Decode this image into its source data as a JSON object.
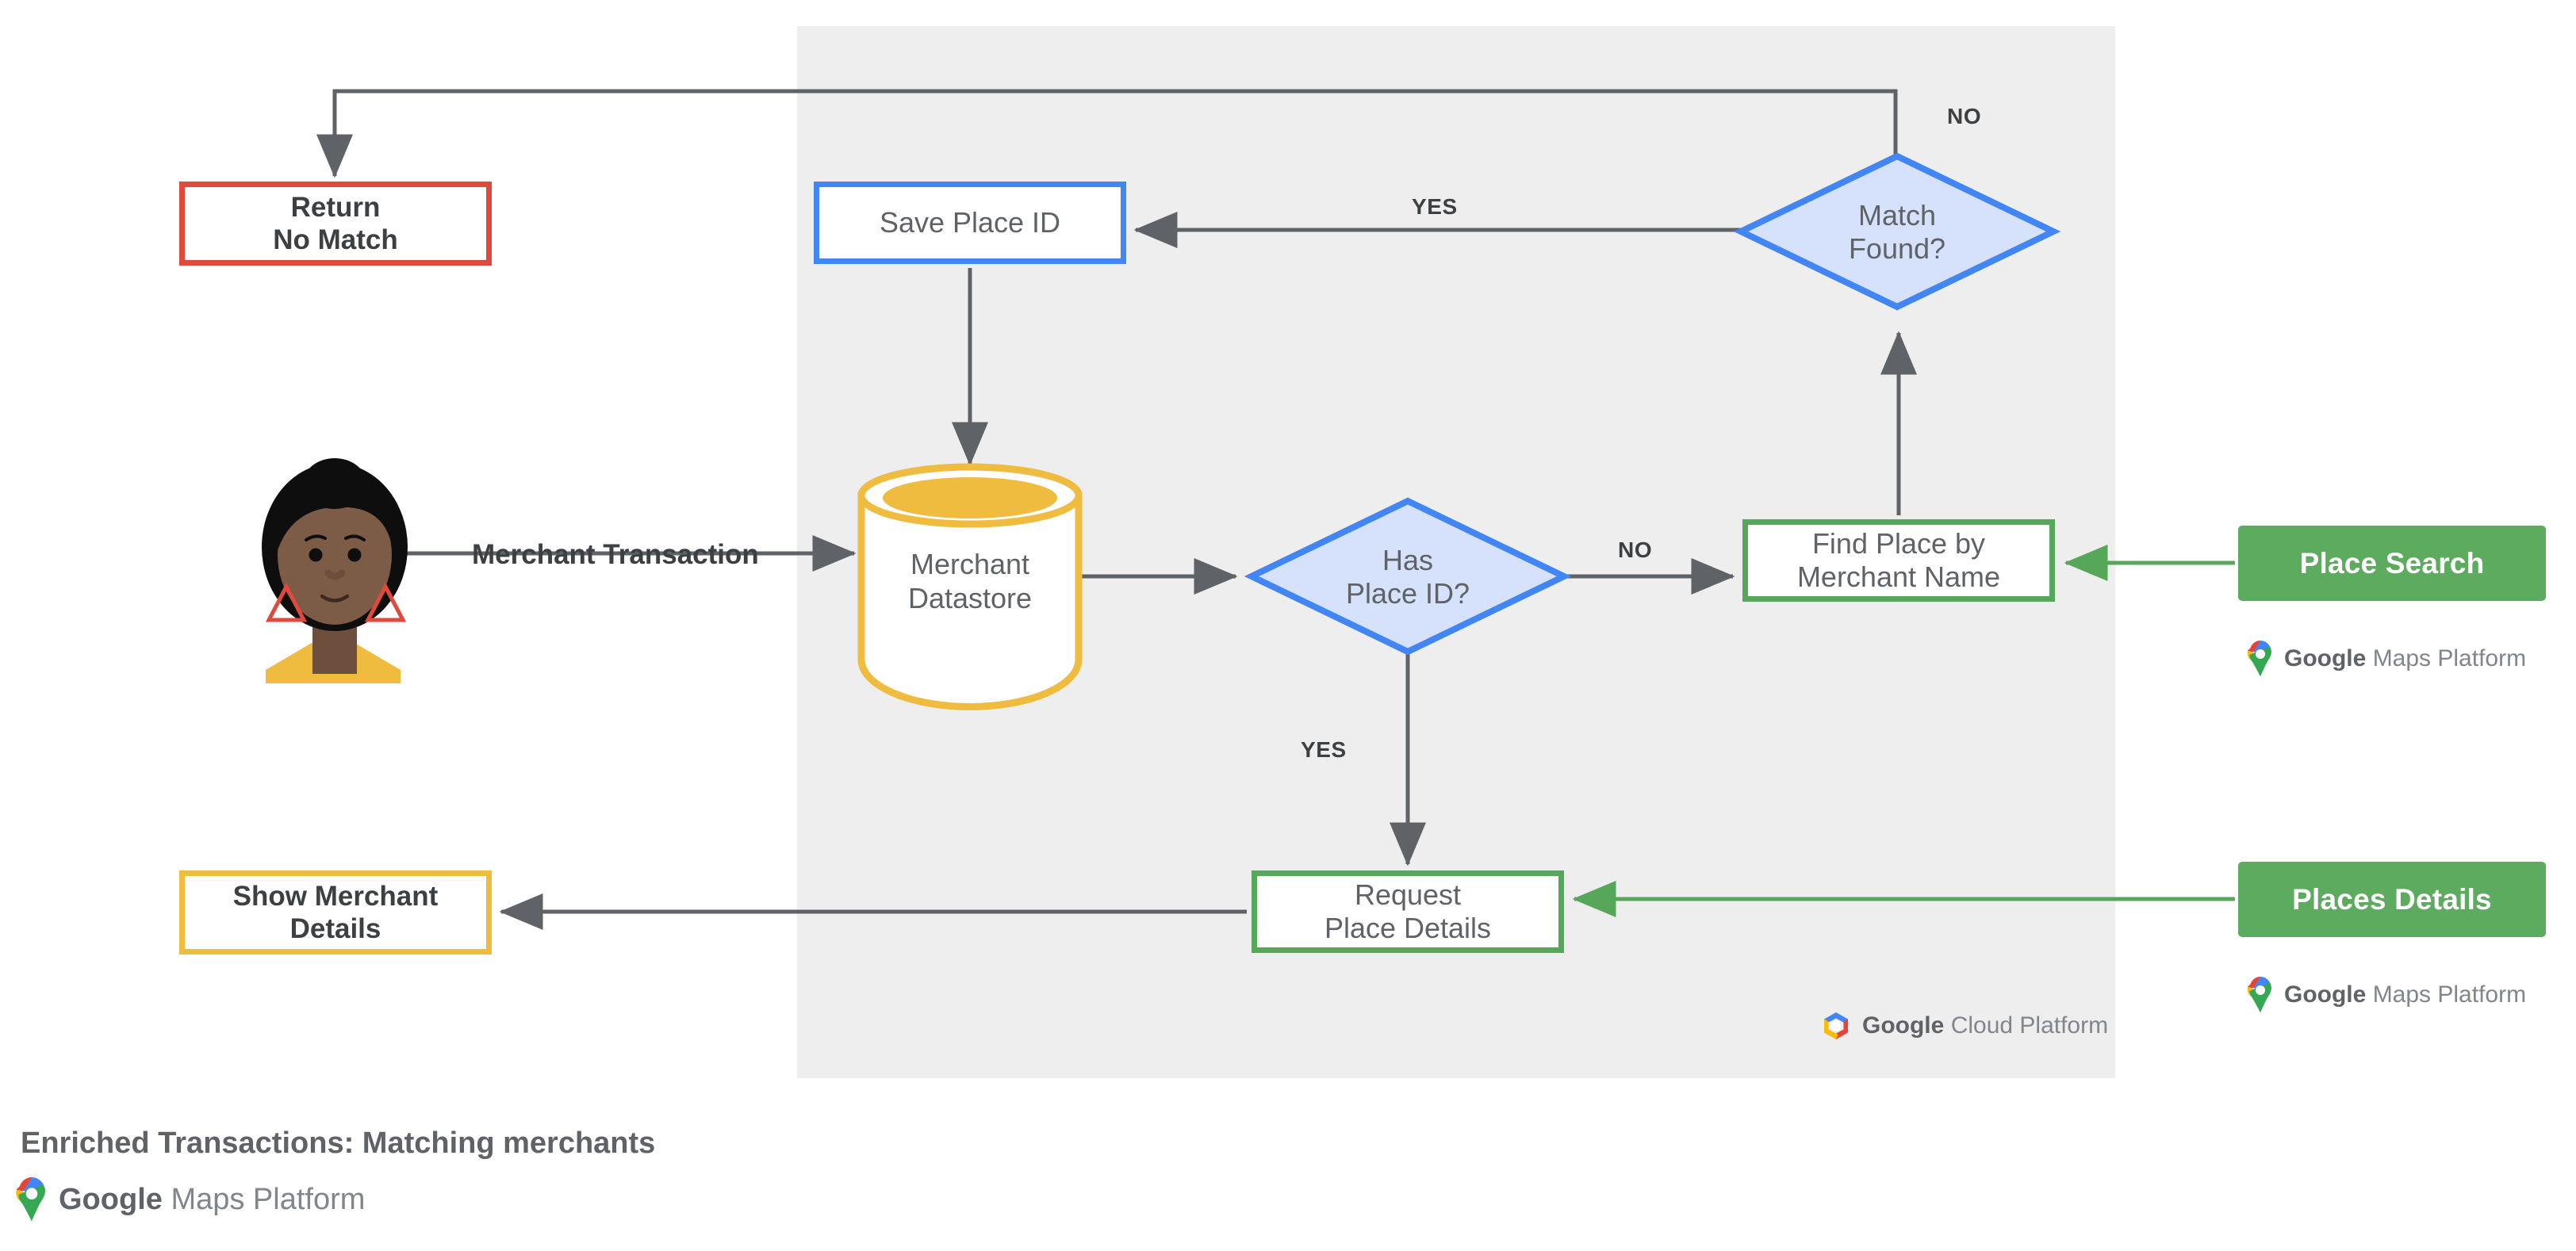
{
  "diagram": {
    "title": "Enriched Transactions: Matching merchants",
    "panel_label": "Google Cloud Platform",
    "colors": {
      "panel_bg": "#EEEEEE",
      "red": "#E04A3C",
      "yellow": "#EFBC40",
      "blue": "#4285F4",
      "blue_fill": "#D6E2FB",
      "green": "#57A75A",
      "green_solid": "#5CAB5E",
      "line": "#5f6368",
      "text": "#5f6368"
    }
  },
  "nodes": {
    "return_no_match": {
      "line1": "Return",
      "line2": "No Match"
    },
    "show_merchant_details": {
      "line1": "Show Merchant",
      "line2": "Details"
    },
    "save_place_id": {
      "line1": "Save Place ID"
    },
    "merchant_datastore": {
      "line1": "Merchant",
      "line2": "Datastore"
    },
    "has_place_id": {
      "line1": "Has",
      "line2": "Place ID?"
    },
    "match_found": {
      "line1": "Match",
      "line2": "Found?"
    },
    "find_place_by_merchant_name": {
      "line1": "Find Place by",
      "line2": "Merchant Name"
    },
    "request_place_details": {
      "line1": "Request",
      "line2": "Place Details"
    }
  },
  "products": {
    "place_search": "Place Search",
    "places_details": "Places Details"
  },
  "edges": {
    "merchant_transaction": "Merchant Transaction",
    "yes_match_found": "YES",
    "no_match_found": "NO",
    "no_has_place_id": "NO",
    "yes_has_place_id": "YES"
  },
  "logos": {
    "maps_platform": {
      "brand": "Google",
      "product": "Maps Platform",
      "icon": "google-maps-pin-icon"
    },
    "cloud_platform": {
      "brand": "Google",
      "product": "Cloud Platform",
      "icon": "google-cloud-hexagon-icon"
    }
  },
  "avatar": {
    "name": "merchant-customer-avatar"
  }
}
